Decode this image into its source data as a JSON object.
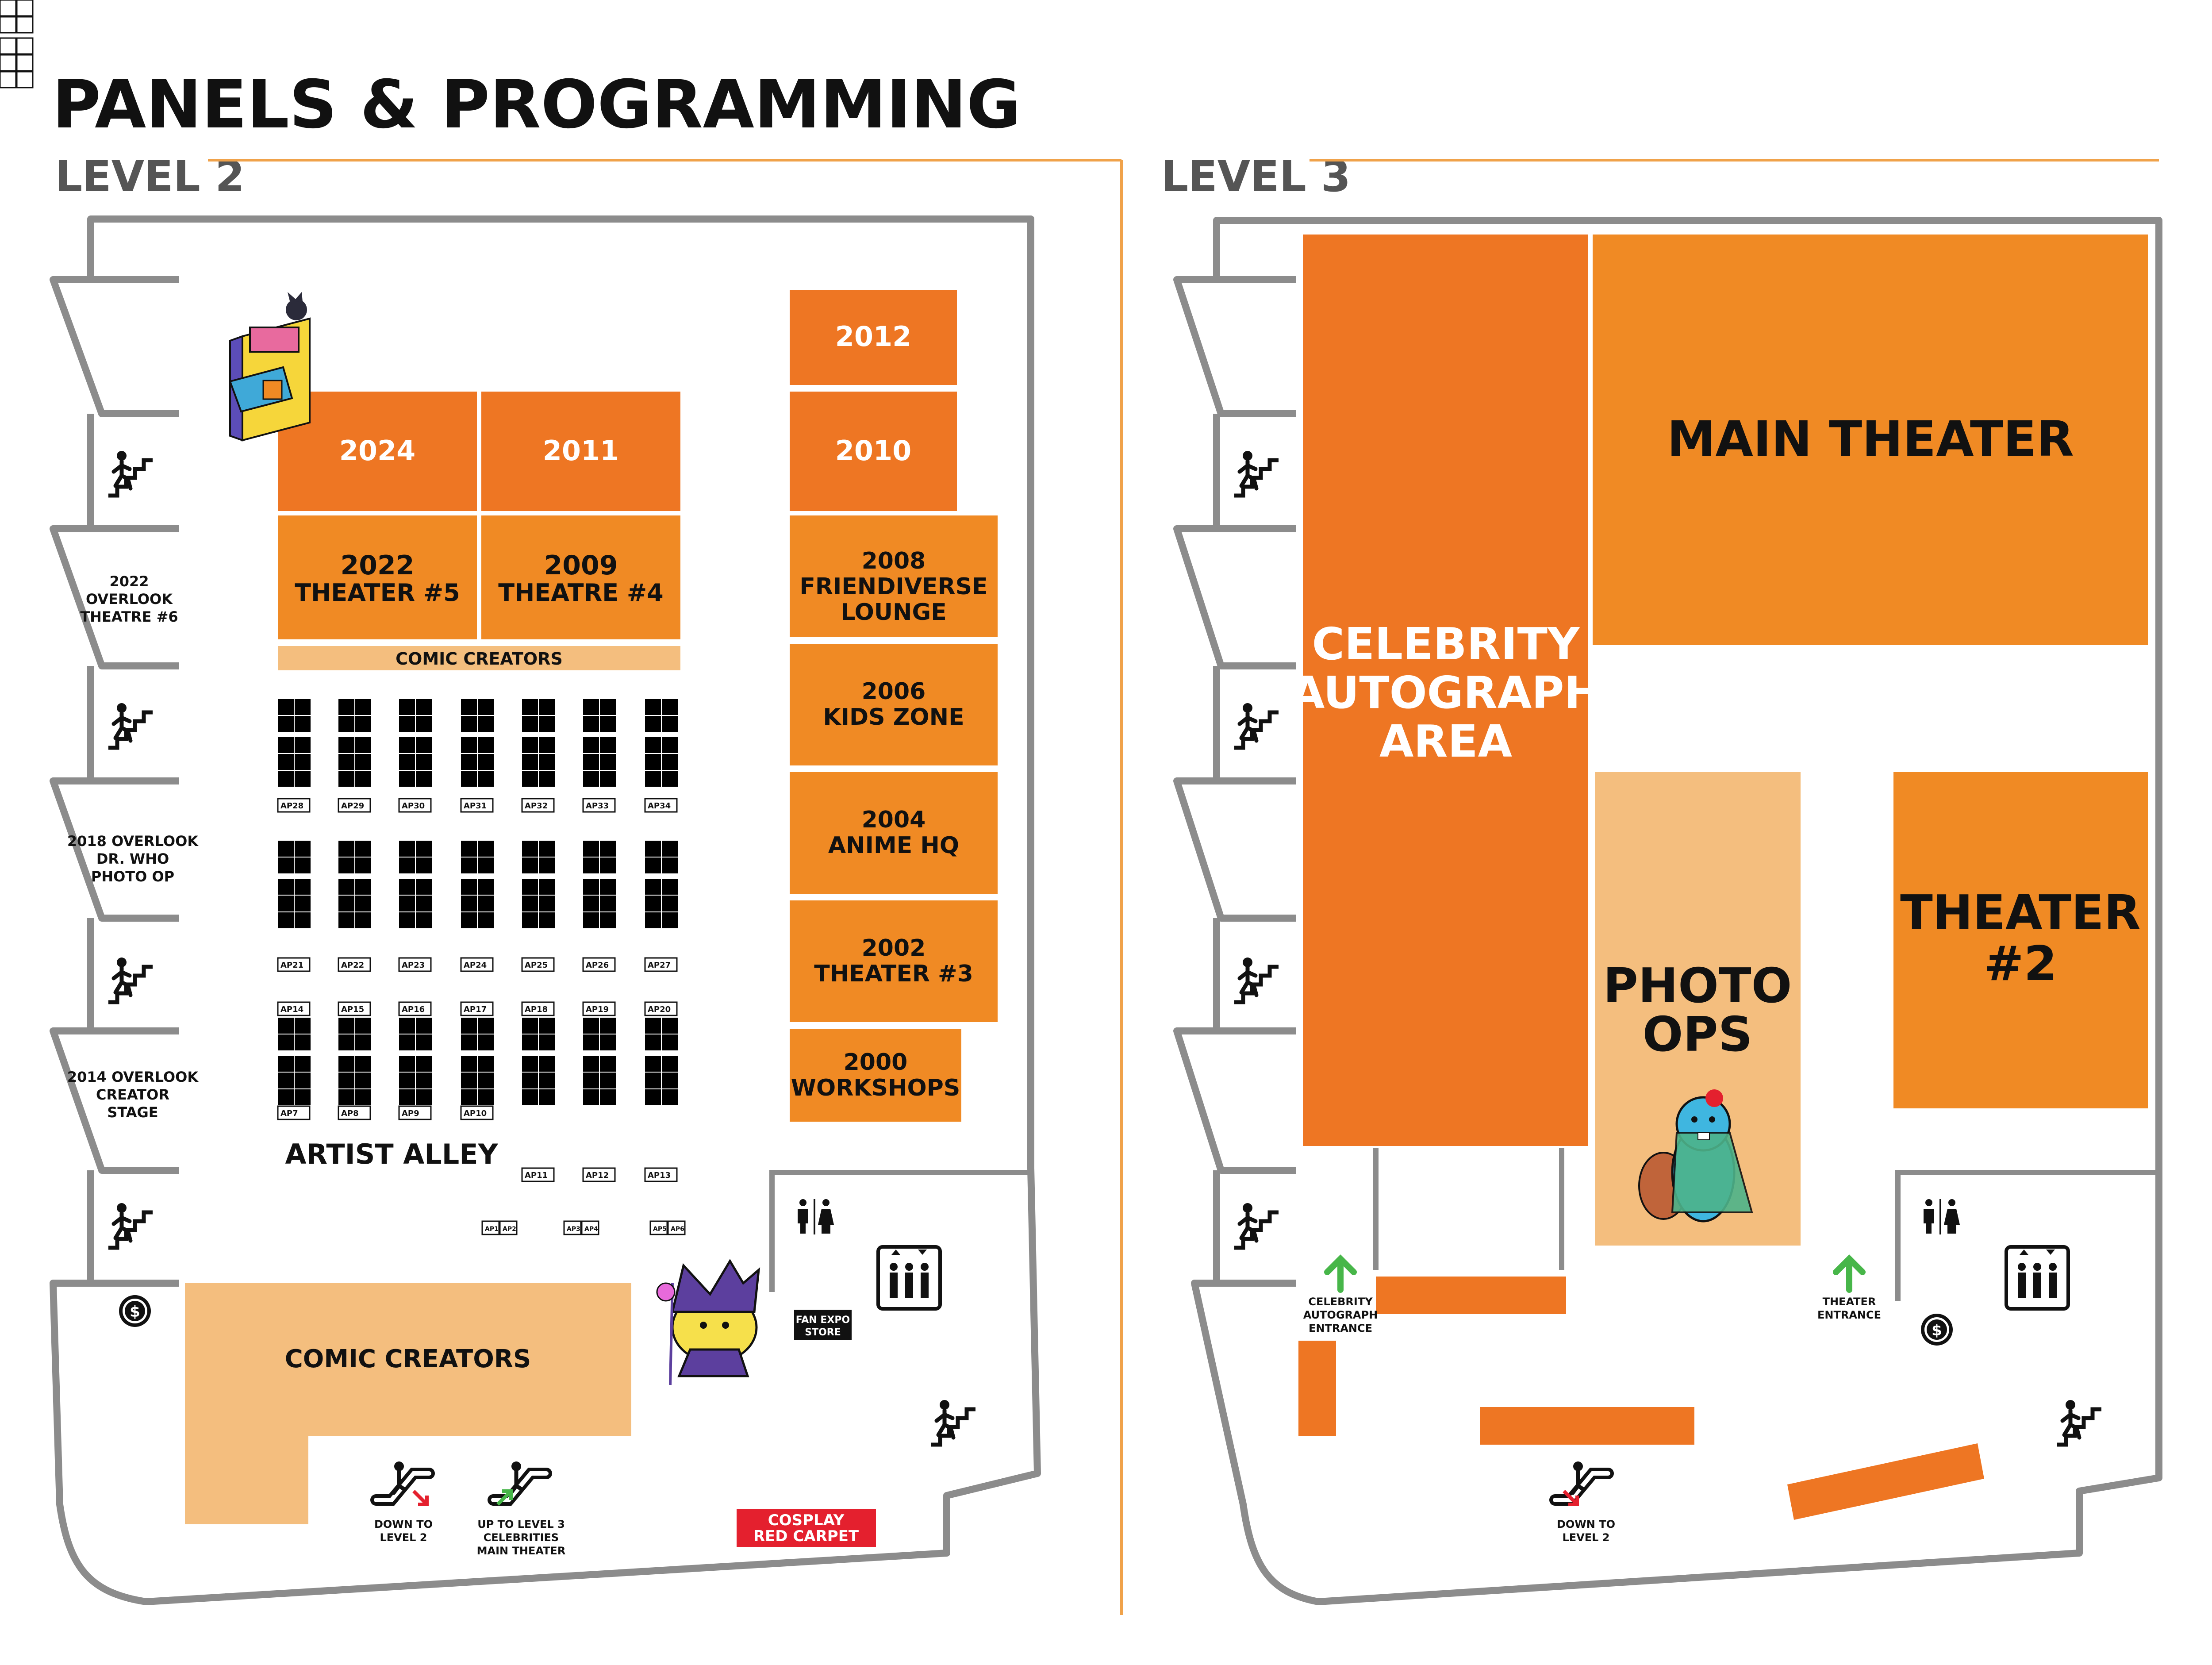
{
  "title": "PANELS & PROGRAMMING",
  "colors": {
    "orange_dark": "#EE7623",
    "orange_mid": "#F08A24",
    "orange_light": "#F4BE7E",
    "outline": "#8C8C8C",
    "divider": "#F0A24A",
    "red_carpet": "#E4202E",
    "arrow_green": "#47B649",
    "arrow_red": "#E4202E"
  },
  "level2": {
    "heading": "LEVEL 2",
    "rooms": {
      "r2024": "2024",
      "r2011": "2011",
      "r2012": "2012",
      "r2010": "2010",
      "r2022": [
        "2022",
        "THEATER #5"
      ],
      "r2009": [
        "2009",
        "THEATRE #4"
      ],
      "r2008": [
        "2008",
        "FRIENDIVERSE",
        "LOUNGE"
      ],
      "r2006": [
        "2006",
        "KIDS ZONE"
      ],
      "r2004": [
        "2004",
        "ANIME HQ"
      ],
      "r2002": [
        "2002",
        "THEATER #3"
      ],
      "r2000": [
        "2000",
        "WORKSHOPS"
      ]
    },
    "comic_creators_banner": "COMIC CREATORS",
    "comic_creators_area": "COMIC CREATORS",
    "artist_alley": "ARTIST ALLEY",
    "overlooks": {
      "o2022": [
        "2022",
        "OVERLOOK",
        "THEATRE #6"
      ],
      "o2018": [
        "2018 OVERLOOK",
        "DR. WHO",
        "PHOTO OP"
      ],
      "o2014": [
        "2014 OVERLOOK",
        "CREATOR",
        "STAGE"
      ]
    },
    "fan_expo_store": [
      "FAN EXPO",
      "STORE"
    ],
    "cosplay": [
      "COSPLAY",
      "RED CARPET"
    ],
    "escalator_down": [
      "DOWN TO",
      "LEVEL 2"
    ],
    "escalator_up": [
      "UP TO LEVEL 3",
      "CELEBRITIES",
      "MAIN THEATER"
    ],
    "ap_rows": [
      [
        "AP28",
        "AP29",
        "AP30",
        "AP31",
        "AP32",
        "AP33",
        "AP34"
      ],
      [
        "AP21",
        "AP22",
        "AP23",
        "AP24",
        "AP25",
        "AP26",
        "AP27"
      ],
      [
        "AP14",
        "AP15",
        "AP16",
        "AP17",
        "AP18",
        "AP19",
        "AP20"
      ],
      [
        "AP7",
        "AP8",
        "AP9",
        "AP10"
      ],
      [
        "AP11",
        "AP12",
        "AP13"
      ],
      [
        "AP1",
        "AP2",
        "AP3",
        "AP4",
        "AP5",
        "AP6"
      ]
    ]
  },
  "level3": {
    "heading": "LEVEL 3",
    "main_theater": "MAIN THEATER",
    "celebrity_area": [
      "CELEBRITY",
      "AUTOGRAPH",
      "AREA"
    ],
    "photo_ops": [
      "PHOTO",
      "OPS"
    ],
    "theater2": [
      "THEATER",
      "#2"
    ],
    "celebrity_entrance": [
      "CELEBRITY",
      "AUTOGRAPH",
      "ENTRANCE"
    ],
    "theater_entrance": [
      "THEATER",
      "ENTRANCE"
    ],
    "escalator_down": [
      "DOWN TO",
      "LEVEL 2"
    ]
  },
  "icons": [
    "stairs-icon",
    "restroom-icon",
    "elevator-icon",
    "atm-icon",
    "escalator-down-icon",
    "escalator-up-icon",
    "arcade-mascot",
    "witch-mascot",
    "beaver-mascot"
  ]
}
